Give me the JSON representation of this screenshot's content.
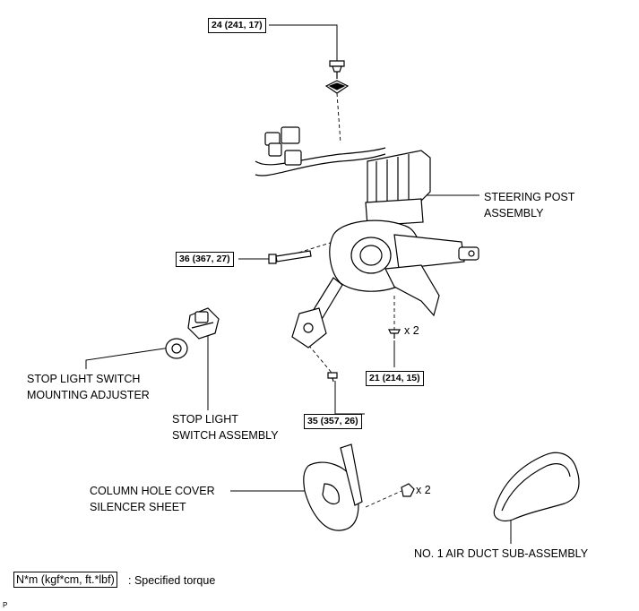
{
  "torques": {
    "t24": "24 (241, 17)",
    "t36": "36 (367, 27)",
    "t21": "21 (214, 15)",
    "t35": "35 (357, 26)"
  },
  "labels": {
    "steering_post": [
      "STEERING POST",
      "ASSEMBLY"
    ],
    "adjuster": [
      "STOP LIGHT SWITCH",
      "MOUNTING ADJUSTER"
    ],
    "switch_assy": [
      "STOP LIGHT",
      "SWITCH ASSEMBLY"
    ],
    "silencer": [
      "COLUMN HOLE COVER",
      "SILENCER SHEET"
    ],
    "air_duct": "NO. 1 AIR DUCT SUB-ASSEMBLY"
  },
  "qty": {
    "q21": "x 2",
    "q_nut": "x 2"
  },
  "legend": {
    "key": "N*m (kgf*cm, ft.*lbf)",
    "text": ": Specified torque"
  },
  "corner_mark": "P"
}
